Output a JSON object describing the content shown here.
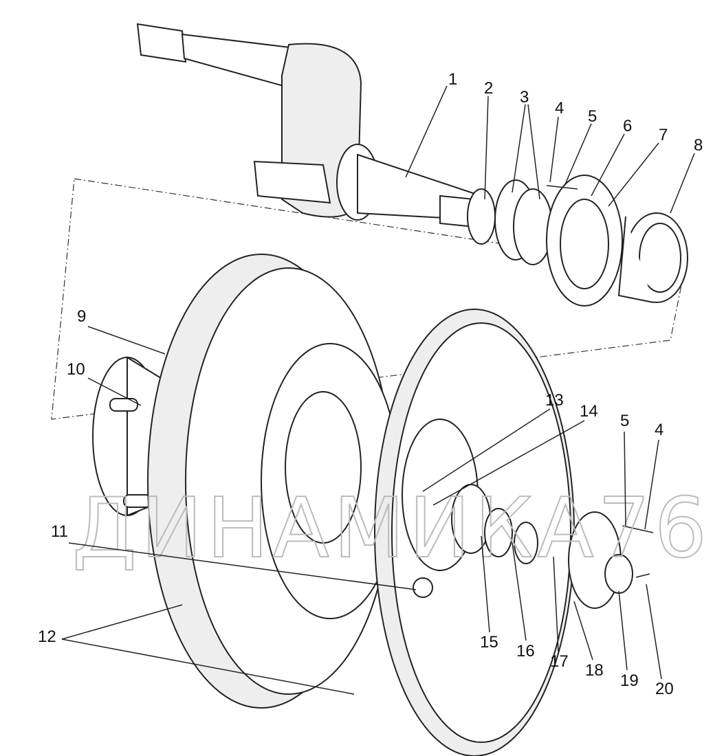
{
  "diagram": {
    "watermark": "ДИНАМИКА76",
    "callouts": [
      "1",
      "2",
      "3",
      "4",
      "5",
      "6",
      "7",
      "8",
      "9",
      "10",
      "11",
      "12",
      "13",
      "14",
      "5",
      "4",
      "15",
      "16",
      "17",
      "18",
      "19",
      "20"
    ]
  }
}
